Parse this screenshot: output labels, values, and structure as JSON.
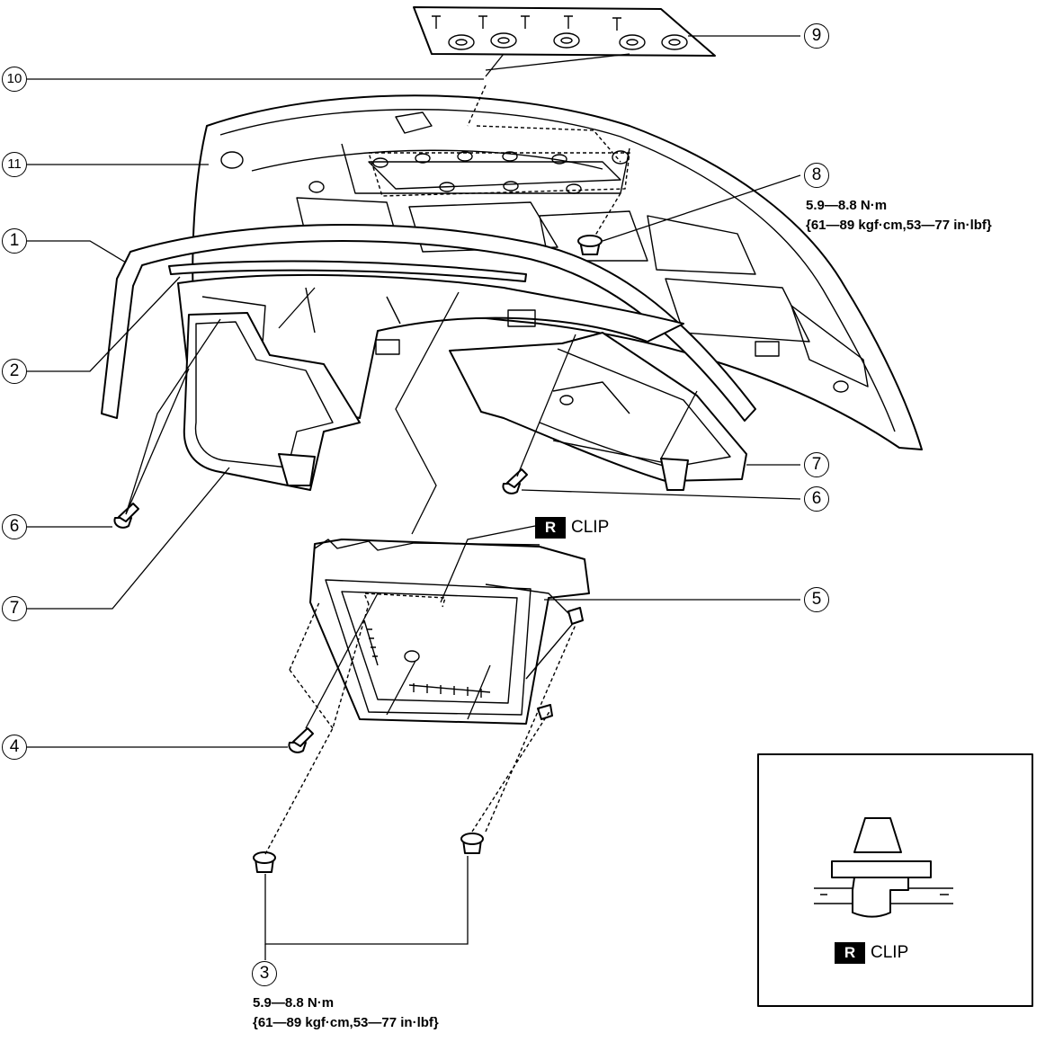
{
  "callouts": [
    {
      "number": "1"
    },
    {
      "number": "2"
    },
    {
      "number": "3"
    },
    {
      "number": "4"
    },
    {
      "number": "5"
    },
    {
      "number": "6"
    },
    {
      "number": "6"
    },
    {
      "number": "7"
    },
    {
      "number": "7"
    },
    {
      "number": "8"
    },
    {
      "number": "9"
    },
    {
      "number": "10"
    },
    {
      "number": "11"
    }
  ],
  "torque_specs": {
    "item8": {
      "line1": "5.9—8.8 N·m",
      "line2": "{61—89 kgf·cm,53—77 in·lbf}"
    },
    "item3": {
      "line1": "5.9—8.8 N·m",
      "line2": "{61—89 kgf·cm,53—77 in·lbf}"
    }
  },
  "clip_labels": {
    "main": {
      "badge": "R",
      "text": "CLIP"
    },
    "inset": {
      "badge": "R",
      "text": "CLIP"
    }
  }
}
